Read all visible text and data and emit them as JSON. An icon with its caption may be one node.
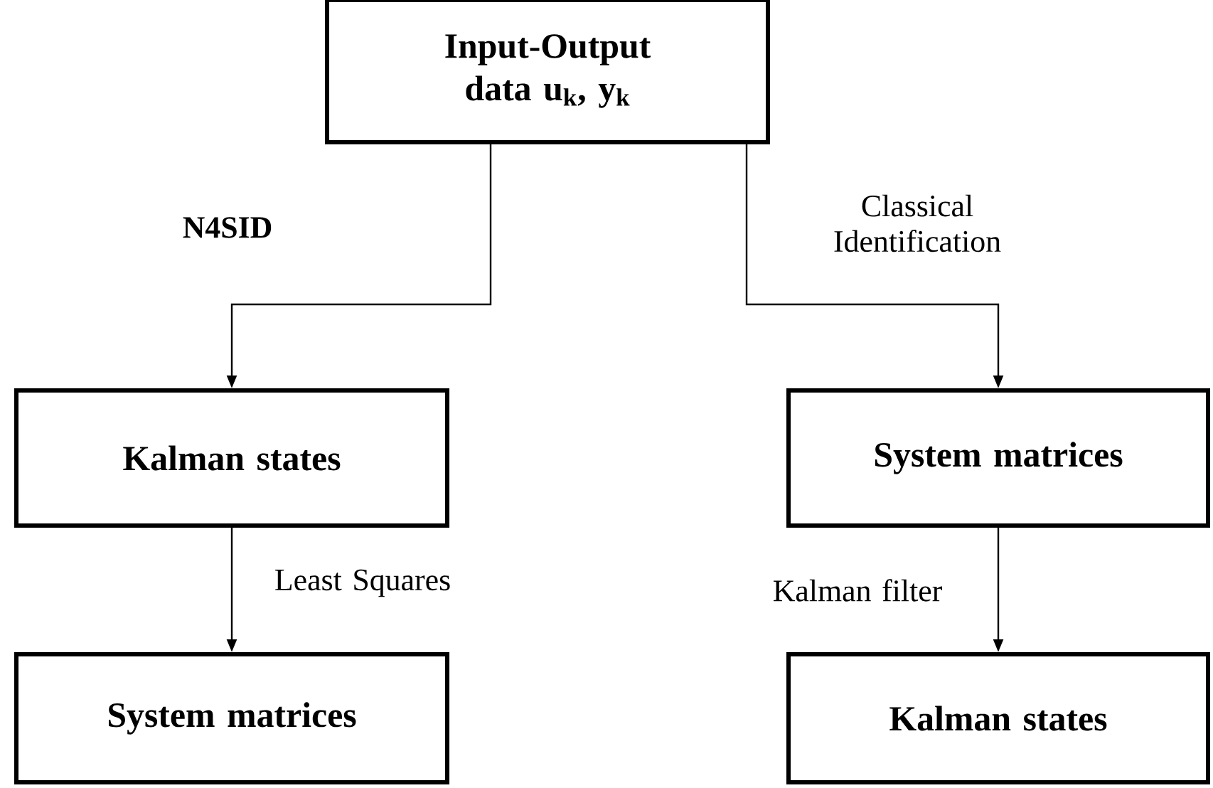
{
  "diagram": {
    "nodes": [
      {
        "text": [
          "Input-Output data u$_{k}$, y$_{k}$"
        ]
      },
      {
        "text": [
          "Kalman states"
        ]
      },
      {
        "text": [
          "System matrices"
        ]
      },
      {
        "text": [
          "System matrices"
        ]
      },
      {
        "text": [
          "Kalman states"
        ]
      }
    ],
    "edges": [
      {
        "from": 0,
        "to": 1,
        "arrow": "to",
        "label": "N4SID"
      },
      {
        "from": 0,
        "to": 2,
        "arrow": "to",
        "label": "Classical Identification"
      },
      {
        "from": 1,
        "to": 3,
        "arrow": "to",
        "label": "Least Squares"
      },
      {
        "from": 2,
        "to": 4,
        "arrow": "to",
        "label": "Kalman filter"
      }
    ]
  }
}
